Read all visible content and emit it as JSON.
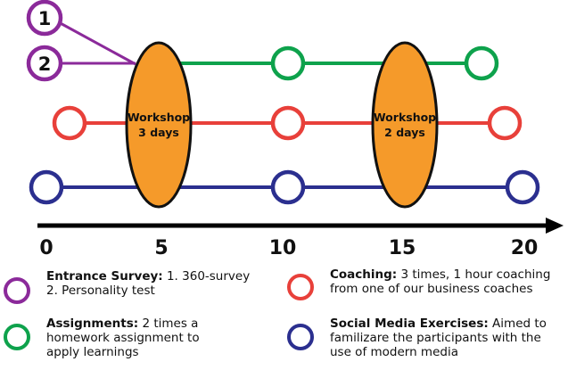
{
  "colors": {
    "purple": "#8b2a9a",
    "green": "#0ea24c",
    "red": "#e8403a",
    "navy": "#2b2f8f",
    "orange": "#f59a2a",
    "axis": "#000000"
  },
  "markers": [
    "1",
    "2"
  ],
  "workshops": [
    {
      "line1": "Workshop",
      "line2": "3 days",
      "at": 5
    },
    {
      "line1": "Workshop",
      "line2": "2 days",
      "at": 15
    }
  ],
  "axis_ticks": [
    "0",
    "5",
    "10",
    "15",
    "20"
  ],
  "legend": [
    {
      "title": "Entrance Survey:",
      "text1": " 1. 360-survey",
      "text2": "2. Personality test",
      "text3": ""
    },
    {
      "title": "Assignments:",
      "text1": " 2 times a",
      "text2": "homework assignment to",
      "text3": "apply learnings"
    },
    {
      "title": "Coaching:",
      "text1": " 3 times, 1 hour coaching",
      "text2": "from one of our business coaches",
      "text3": ""
    },
    {
      "title": "Social Media Exercises:",
      "text1": " Aimed to",
      "text2": "familizare the participants with the",
      "text3": "use of modern media"
    }
  ]
}
